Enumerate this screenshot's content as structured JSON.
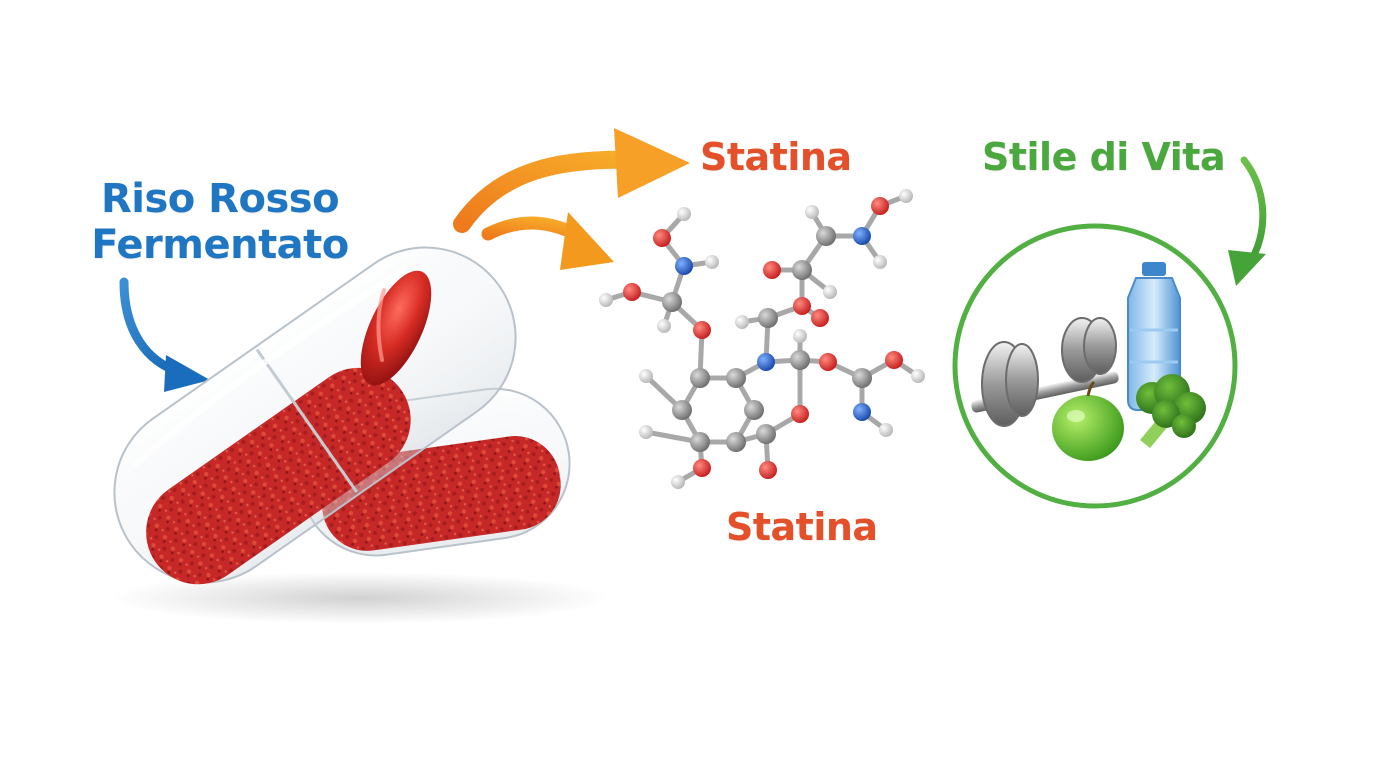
{
  "labels": {
    "riso_line1": "Riso Rosso",
    "riso_line2": "Fermentato",
    "statina_top": "Statina",
    "statina_bottom": "Statina",
    "stile": "Stile di Vita"
  },
  "colors": {
    "riso_blue": "#1f76c2",
    "statina_red": "#e4502a",
    "stile_green": "#4aa83e",
    "arrow_orange": "#f39a1e",
    "capsule_powder_red": "#c62828",
    "circle_green": "#52b043",
    "atom_oxygen": "#e53935",
    "atom_nitrogen": "#1e63c8",
    "atom_carbon": "#8c8c8c",
    "atom_hydrogen": "#dcdcdc"
  },
  "icons": {
    "capsules": "capsule-icon",
    "rice_grain": "rice-grain-icon",
    "molecule": "molecule-icon",
    "dumbbell": "dumbbell-icon",
    "water_bottle": "water-bottle-icon",
    "apple": "apple-icon",
    "broccoli": "broccoli-icon"
  }
}
